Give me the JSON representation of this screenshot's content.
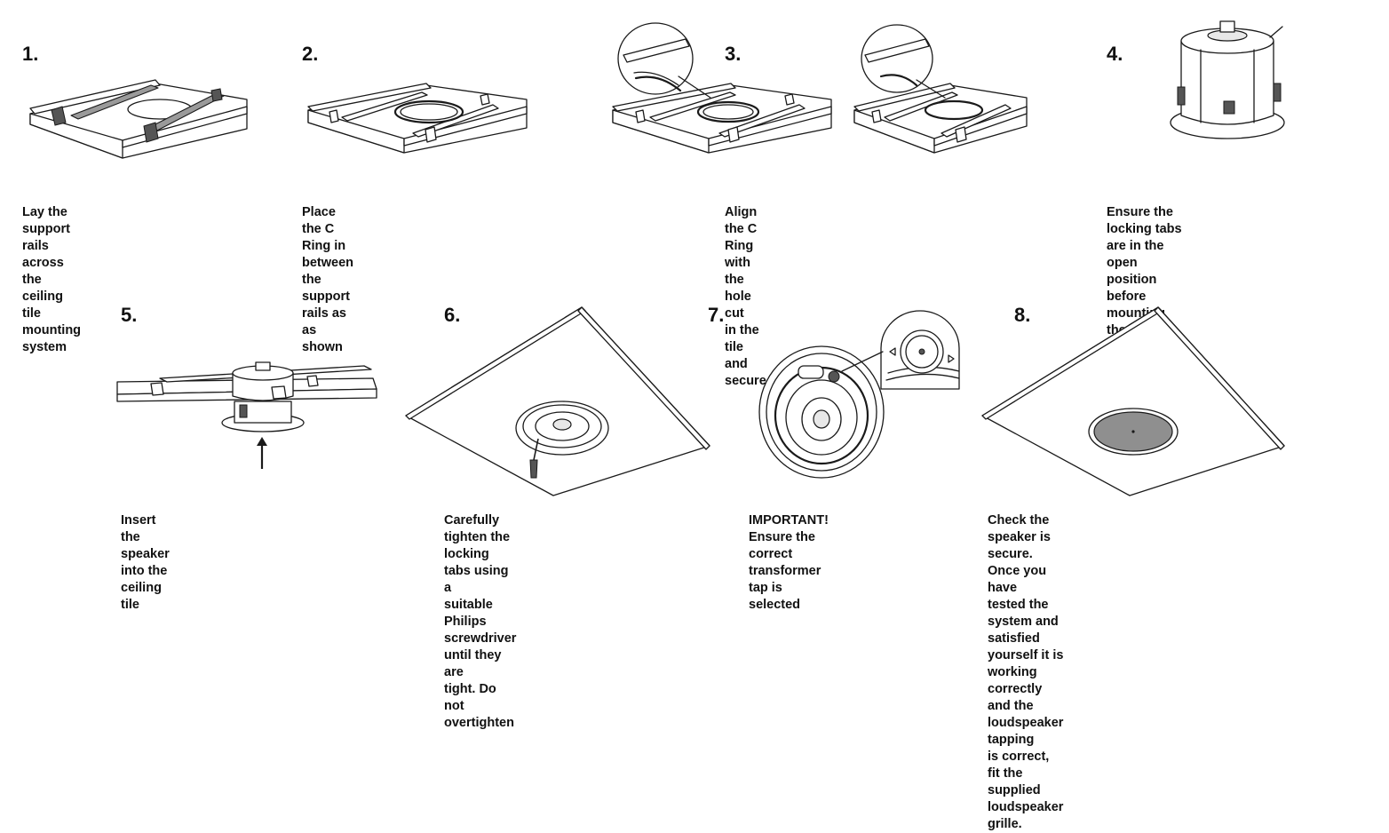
{
  "steps": [
    {
      "number": "1.",
      "caption": "Lay the support rails across the\nceiling tile mounting system"
    },
    {
      "number": "2.",
      "caption": "Place the C Ring in between the\nsupport rails as as shown"
    },
    {
      "number": "3.",
      "caption": "Align the C Ring with the hole cut\nin the tile and secure"
    },
    {
      "number": "4.",
      "caption": "Ensure the locking tabs are in the open\nposition before mounting the loudspeaker"
    },
    {
      "number": "5.",
      "caption": "Insert the speaker into the ceiling tile"
    },
    {
      "number": "6.",
      "caption": "Carefully tighten the locking tabs using a\nsuitable Philips screwdriver until they are\ntight.  Do not overtighten"
    },
    {
      "number": "7.",
      "caption": "IMPORTANT! Ensure the correct\ntransformer tap is selected"
    },
    {
      "number": "8.",
      "caption": "Check the speaker is secure. Once you have\ntested the system and satisfied yourself it is\nworking correctly and the loudspeaker tapping\nis correct, fit the supplied loudspeaker grille."
    }
  ],
  "icons": [
    "ceiling-tile-rails",
    "c-ring",
    "loudspeaker-can",
    "screwdriver",
    "transformer-tap-dial",
    "insert-arrow",
    "speaker-grille"
  ],
  "colors": {
    "text": "#111111",
    "line": "#1a1a1a",
    "rail_shade": "#9a9a9a",
    "grille": "#8f8f8f"
  }
}
